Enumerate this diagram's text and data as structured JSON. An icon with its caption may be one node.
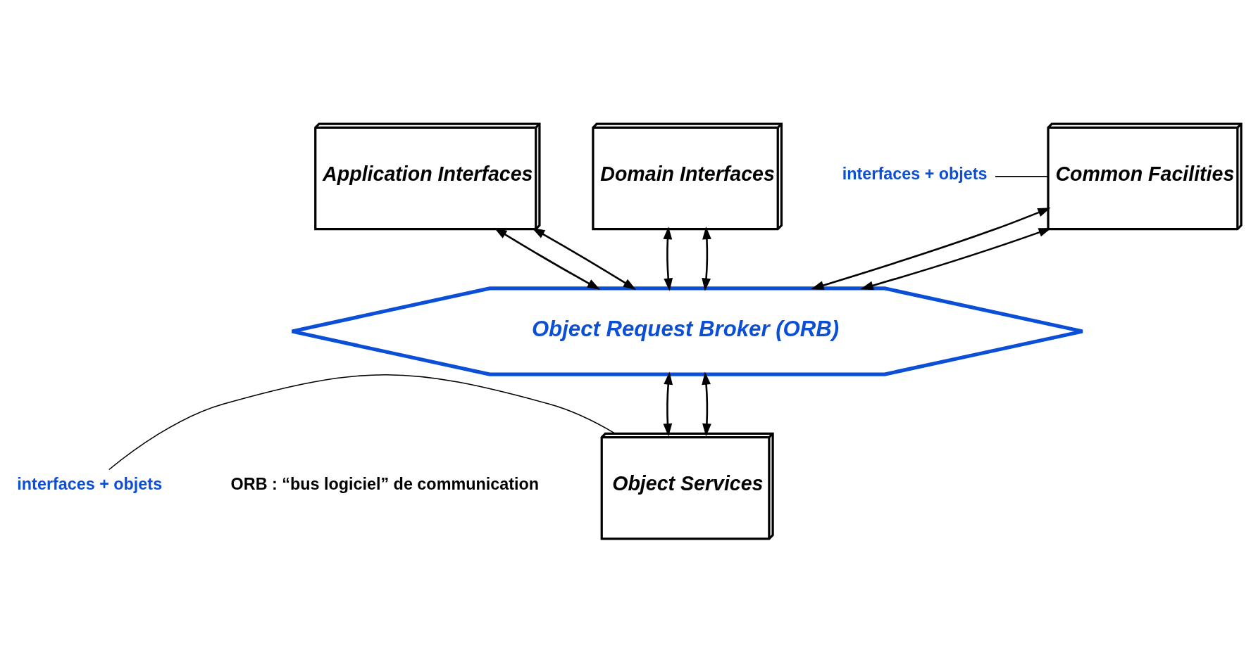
{
  "diagram": {
    "nodes": [
      {
        "text": [
          "Application Interfaces"
        ]
      },
      {
        "text": [
          "Domain Interfaces"
        ]
      },
      {
        "text": [
          "Common Facilities"
        ]
      },
      {
        "text": [
          "Object Request Broker (ORB)"
        ]
      },
      {
        "text": [
          "Object Services"
        ]
      },
      {
        "text": [
          "interfaces + objets"
        ]
      },
      {
        "text": [
          "interfaces + objets"
        ]
      }
    ],
    "edges": [
      {
        "from": 0,
        "to": 3,
        "arrow": "both"
      },
      {
        "from": 0,
        "to": 3,
        "arrow": "both"
      },
      {
        "from": 1,
        "to": 3,
        "arrow": "both"
      },
      {
        "from": 1,
        "to": 3,
        "arrow": "both"
      },
      {
        "from": 2,
        "to": 3,
        "arrow": "both"
      },
      {
        "from": 2,
        "to": 3,
        "arrow": "both"
      },
      {
        "from": 3,
        "to": 4,
        "arrow": "both"
      },
      {
        "from": 3,
        "to": 4,
        "arrow": "both"
      },
      {
        "from": 5,
        "to": 2,
        "arrow": "none"
      },
      {
        "from": 6,
        "to": 4,
        "arrow": "none"
      }
    ],
    "labels": [
      "ORB : “bus logiciel” de communication"
    ]
  }
}
